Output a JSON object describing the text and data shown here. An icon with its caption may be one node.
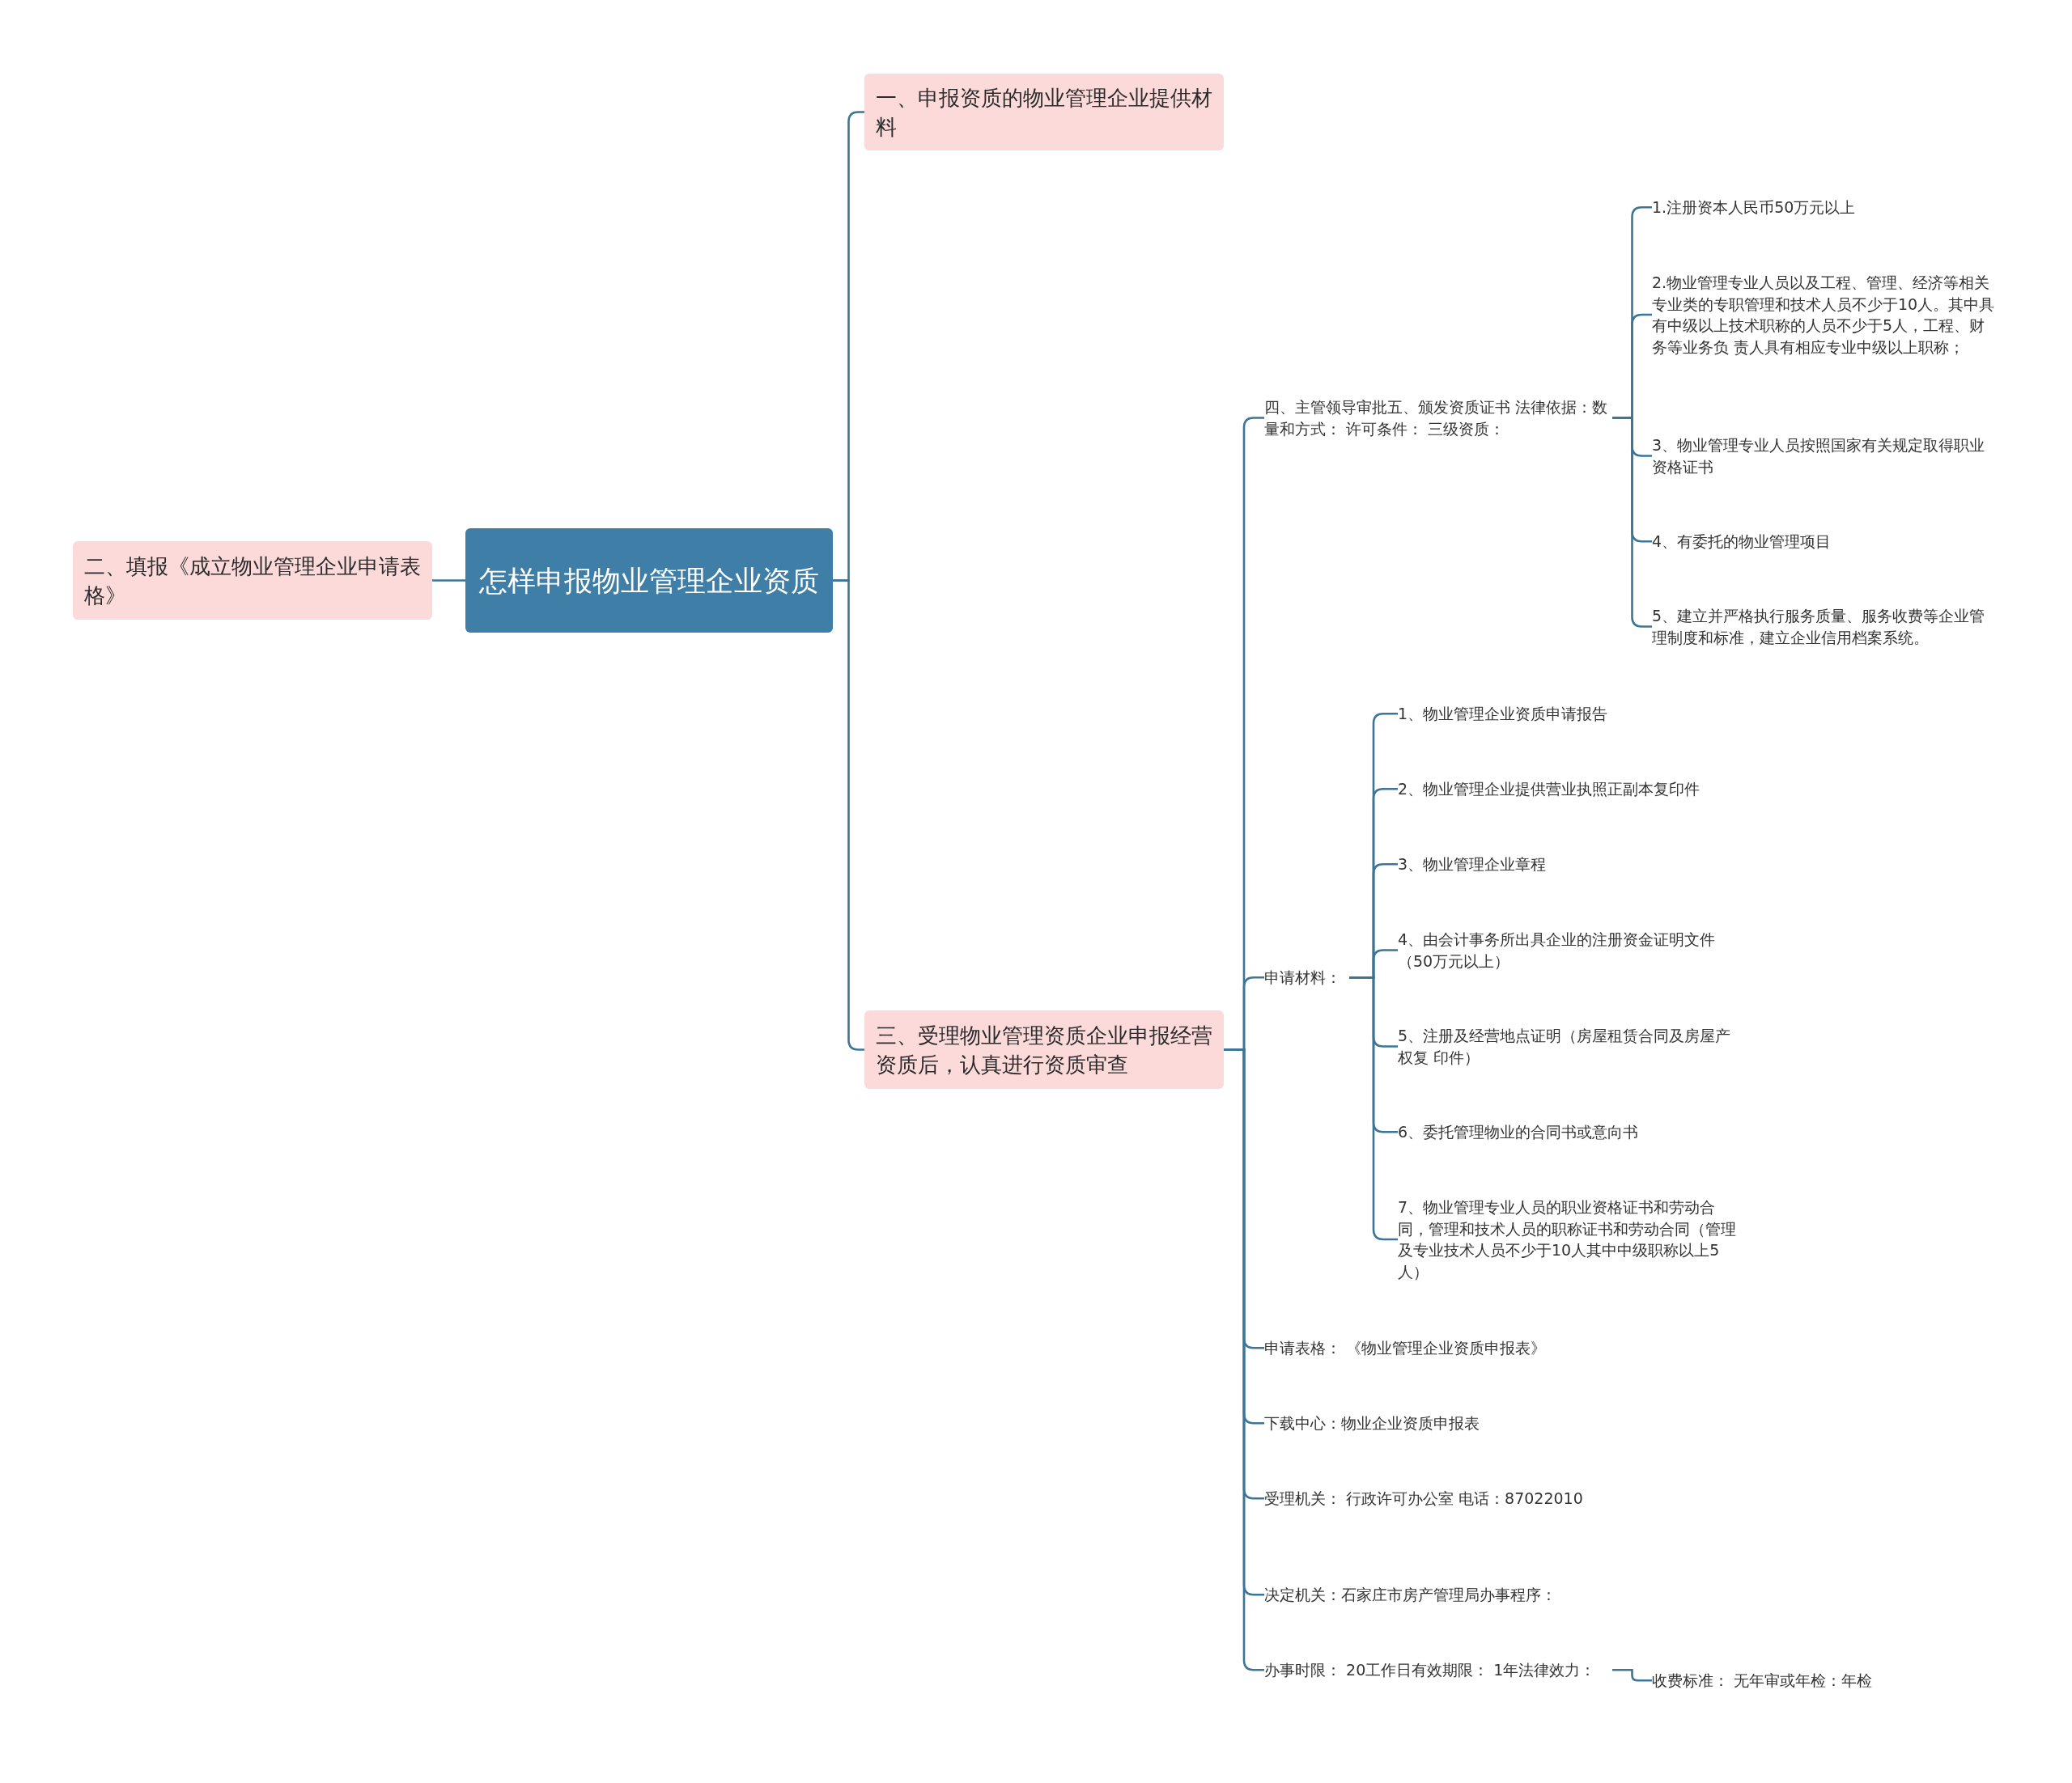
{
  "diagram": {
    "nodes": [
      {
        "text": [
          "怎样申报物业管理企业资质"
        ]
      },
      {
        "text": [
          "一、申报资质的物业管理企业提供材料"
        ]
      },
      {
        "text": [
          "二、填报《成立物业管理企业申请表格》"
        ]
      },
      {
        "text": [
          "三、受理物业管理资质企业申报经营资质后，认真进行资质审查"
        ]
      },
      {
        "text": [
          "四、主管领导审批五、颁发资质证书 法律依据：数量和方式： 许可条件： 三级资质："
        ]
      },
      {
        "text": [
          "1.注册资本人民币50万元以上"
        ]
      },
      {
        "text": [
          "2.物业管理专业人员以及工程、管理、经济等相关专业类的专职管理和技术人员不少于10人。其中具有中级以上技术职称的人员不少于5人，工程、财务等业务负 责人具有相应专业中级以上职称；"
        ]
      },
      {
        "text": [
          "3、物业管理专业人员按照国家有关规定取得职业资格证书"
        ]
      },
      {
        "text": [
          "4、有委托的物业管理项目"
        ]
      },
      {
        "text": [
          "5、建立并严格执行服务质量、服务收费等企业管理制度和标准，建立企业信用档案系统。"
        ]
      },
      {
        "text": [
          "申请材料："
        ]
      },
      {
        "text": [
          "1、物业管理企业资质申请报告"
        ]
      },
      {
        "text": [
          "2、物业管理企业提供营业执照正副本复印件"
        ]
      },
      {
        "text": [
          "3、物业管理企业章程"
        ]
      },
      {
        "text": [
          "4、由会计事务所出具企业的注册资金证明文件（50万元以上）"
        ]
      },
      {
        "text": [
          "5、注册及经营地点证明（房屋租赁合同及房屋产权复 印件）"
        ]
      },
      {
        "text": [
          "6、委托管理物业的合同书或意向书"
        ]
      },
      {
        "text": [
          "7、物业管理专业人员的职业资格证书和劳动合同，管理和技术人员的职称证书和劳动合同（管理及专业技术人员不少于10人其中中级职称以上5人）"
        ]
      },
      {
        "text": [
          "申请表格： 《物业管理企业资质申报表》"
        ]
      },
      {
        "text": [
          "下载中心：物业企业资质申报表"
        ]
      },
      {
        "text": [
          "受理机关： 行政许可办公室 电话：87022010"
        ]
      },
      {
        "text": [
          "决定机关：石家庄市房产管理局办事程序："
        ]
      },
      {
        "text": [
          "办事时限： 20工作日有效期限： 1年法律效力："
        ]
      },
      {
        "text": [
          "收费标准： 无年审或年检：年检"
        ]
      }
    ],
    "edges": [
      {
        "from": 0,
        "to": 1,
        "arrow": "none"
      },
      {
        "from": 0,
        "to": 2,
        "arrow": "none"
      },
      {
        "from": 0,
        "to": 3,
        "arrow": "none"
      },
      {
        "from": 3,
        "to": 4,
        "arrow": "none"
      },
      {
        "from": 4,
        "to": 5,
        "arrow": "none"
      },
      {
        "from": 4,
        "to": 6,
        "arrow": "none"
      },
      {
        "from": 4,
        "to": 7,
        "arrow": "none"
      },
      {
        "from": 4,
        "to": 8,
        "arrow": "none"
      },
      {
        "from": 4,
        "to": 9,
        "arrow": "none"
      },
      {
        "from": 3,
        "to": 10,
        "arrow": "none"
      },
      {
        "from": 10,
        "to": 11,
        "arrow": "none"
      },
      {
        "from": 10,
        "to": 12,
        "arrow": "none"
      },
      {
        "from": 10,
        "to": 13,
        "arrow": "none"
      },
      {
        "from": 10,
        "to": 14,
        "arrow": "none"
      },
      {
        "from": 10,
        "to": 15,
        "arrow": "none"
      },
      {
        "from": 10,
        "to": 16,
        "arrow": "none"
      },
      {
        "from": 10,
        "to": 17,
        "arrow": "none"
      },
      {
        "from": 3,
        "to": 18,
        "arrow": "none"
      },
      {
        "from": 3,
        "to": 19,
        "arrow": "none"
      },
      {
        "from": 3,
        "to": 20,
        "arrow": "none"
      },
      {
        "from": 3,
        "to": 21,
        "arrow": "none"
      },
      {
        "from": 3,
        "to": 22,
        "arrow": "none"
      },
      {
        "from": 22,
        "to": 23,
        "arrow": "none"
      }
    ]
  }
}
